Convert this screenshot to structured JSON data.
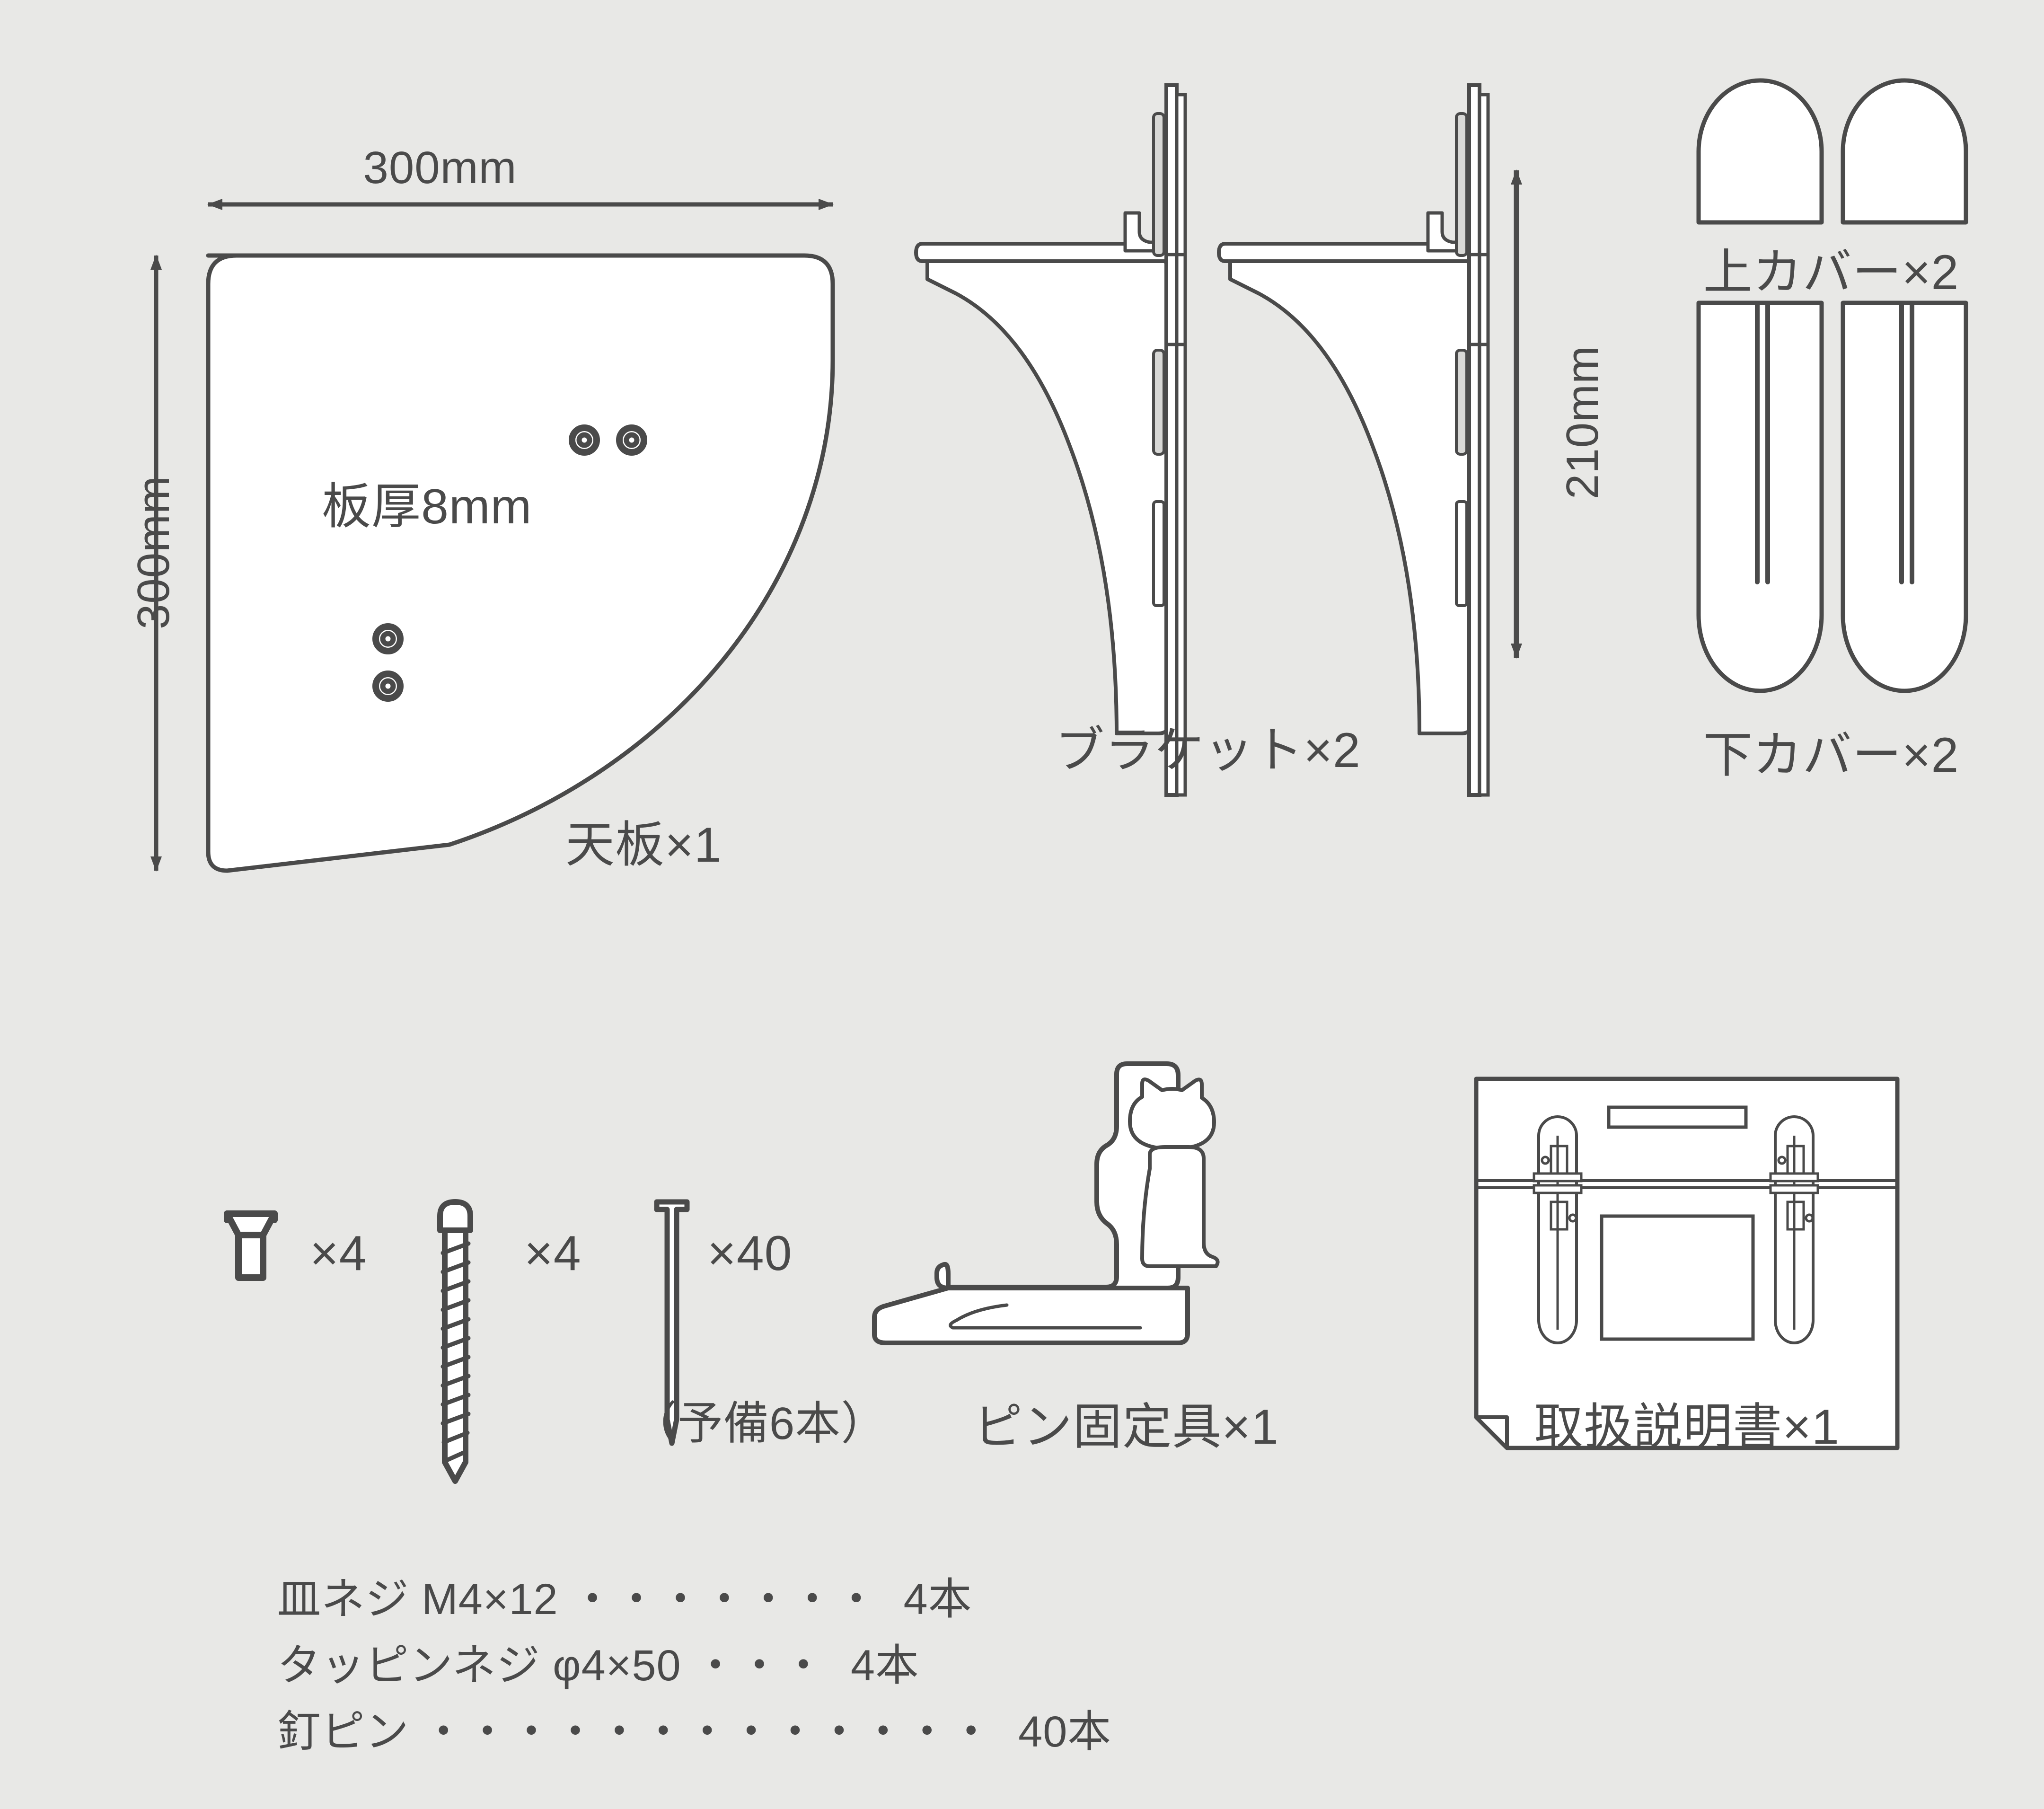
{
  "background_color": "#e8e8e6",
  "line_color": "#4a4a4a",
  "fill_color": "#ffffff",
  "diagram": {
    "title_present": false,
    "shelf": {
      "width_dim_label": "300mm",
      "height_dim_label": "300mm",
      "thickness_label": "板厚8mm",
      "part_label": "天板×1",
      "hole_count": 4
    },
    "bracket": {
      "part_label": "ブラケット×2",
      "height_dim_label": "210mm",
      "quantity": 2
    },
    "upper_cover": {
      "part_label": "上カバー×2",
      "quantity": 2
    },
    "lower_cover": {
      "part_label": "下カバー×2",
      "quantity": 2
    },
    "flat_screw": {
      "count_label": "×4",
      "icon": "countersunk-screw-icon"
    },
    "tapping_screw": {
      "count_label": "×4",
      "icon": "tapping-screw-icon"
    },
    "nail_pin": {
      "count_label": "×40",
      "spare_note": "（予備6本）",
      "icon": "nail-pin-icon"
    },
    "pin_tool": {
      "part_label": "ピン固定具×1",
      "icon": "cat-pin-tool-icon"
    },
    "manual": {
      "part_label": "取扱説明書×1",
      "icon": "instruction-manual-icon"
    },
    "parts_list": [
      {
        "name": "皿ネジ M4×12",
        "leader": "・・・・・・・",
        "qty": "4本"
      },
      {
        "name": "タッピンネジ φ4×50",
        "leader": "・・・",
        "qty": "4本"
      },
      {
        "name": "釘ピン",
        "leader": "・・・・・・・・・・・・・",
        "qty": "40本"
      }
    ]
  }
}
